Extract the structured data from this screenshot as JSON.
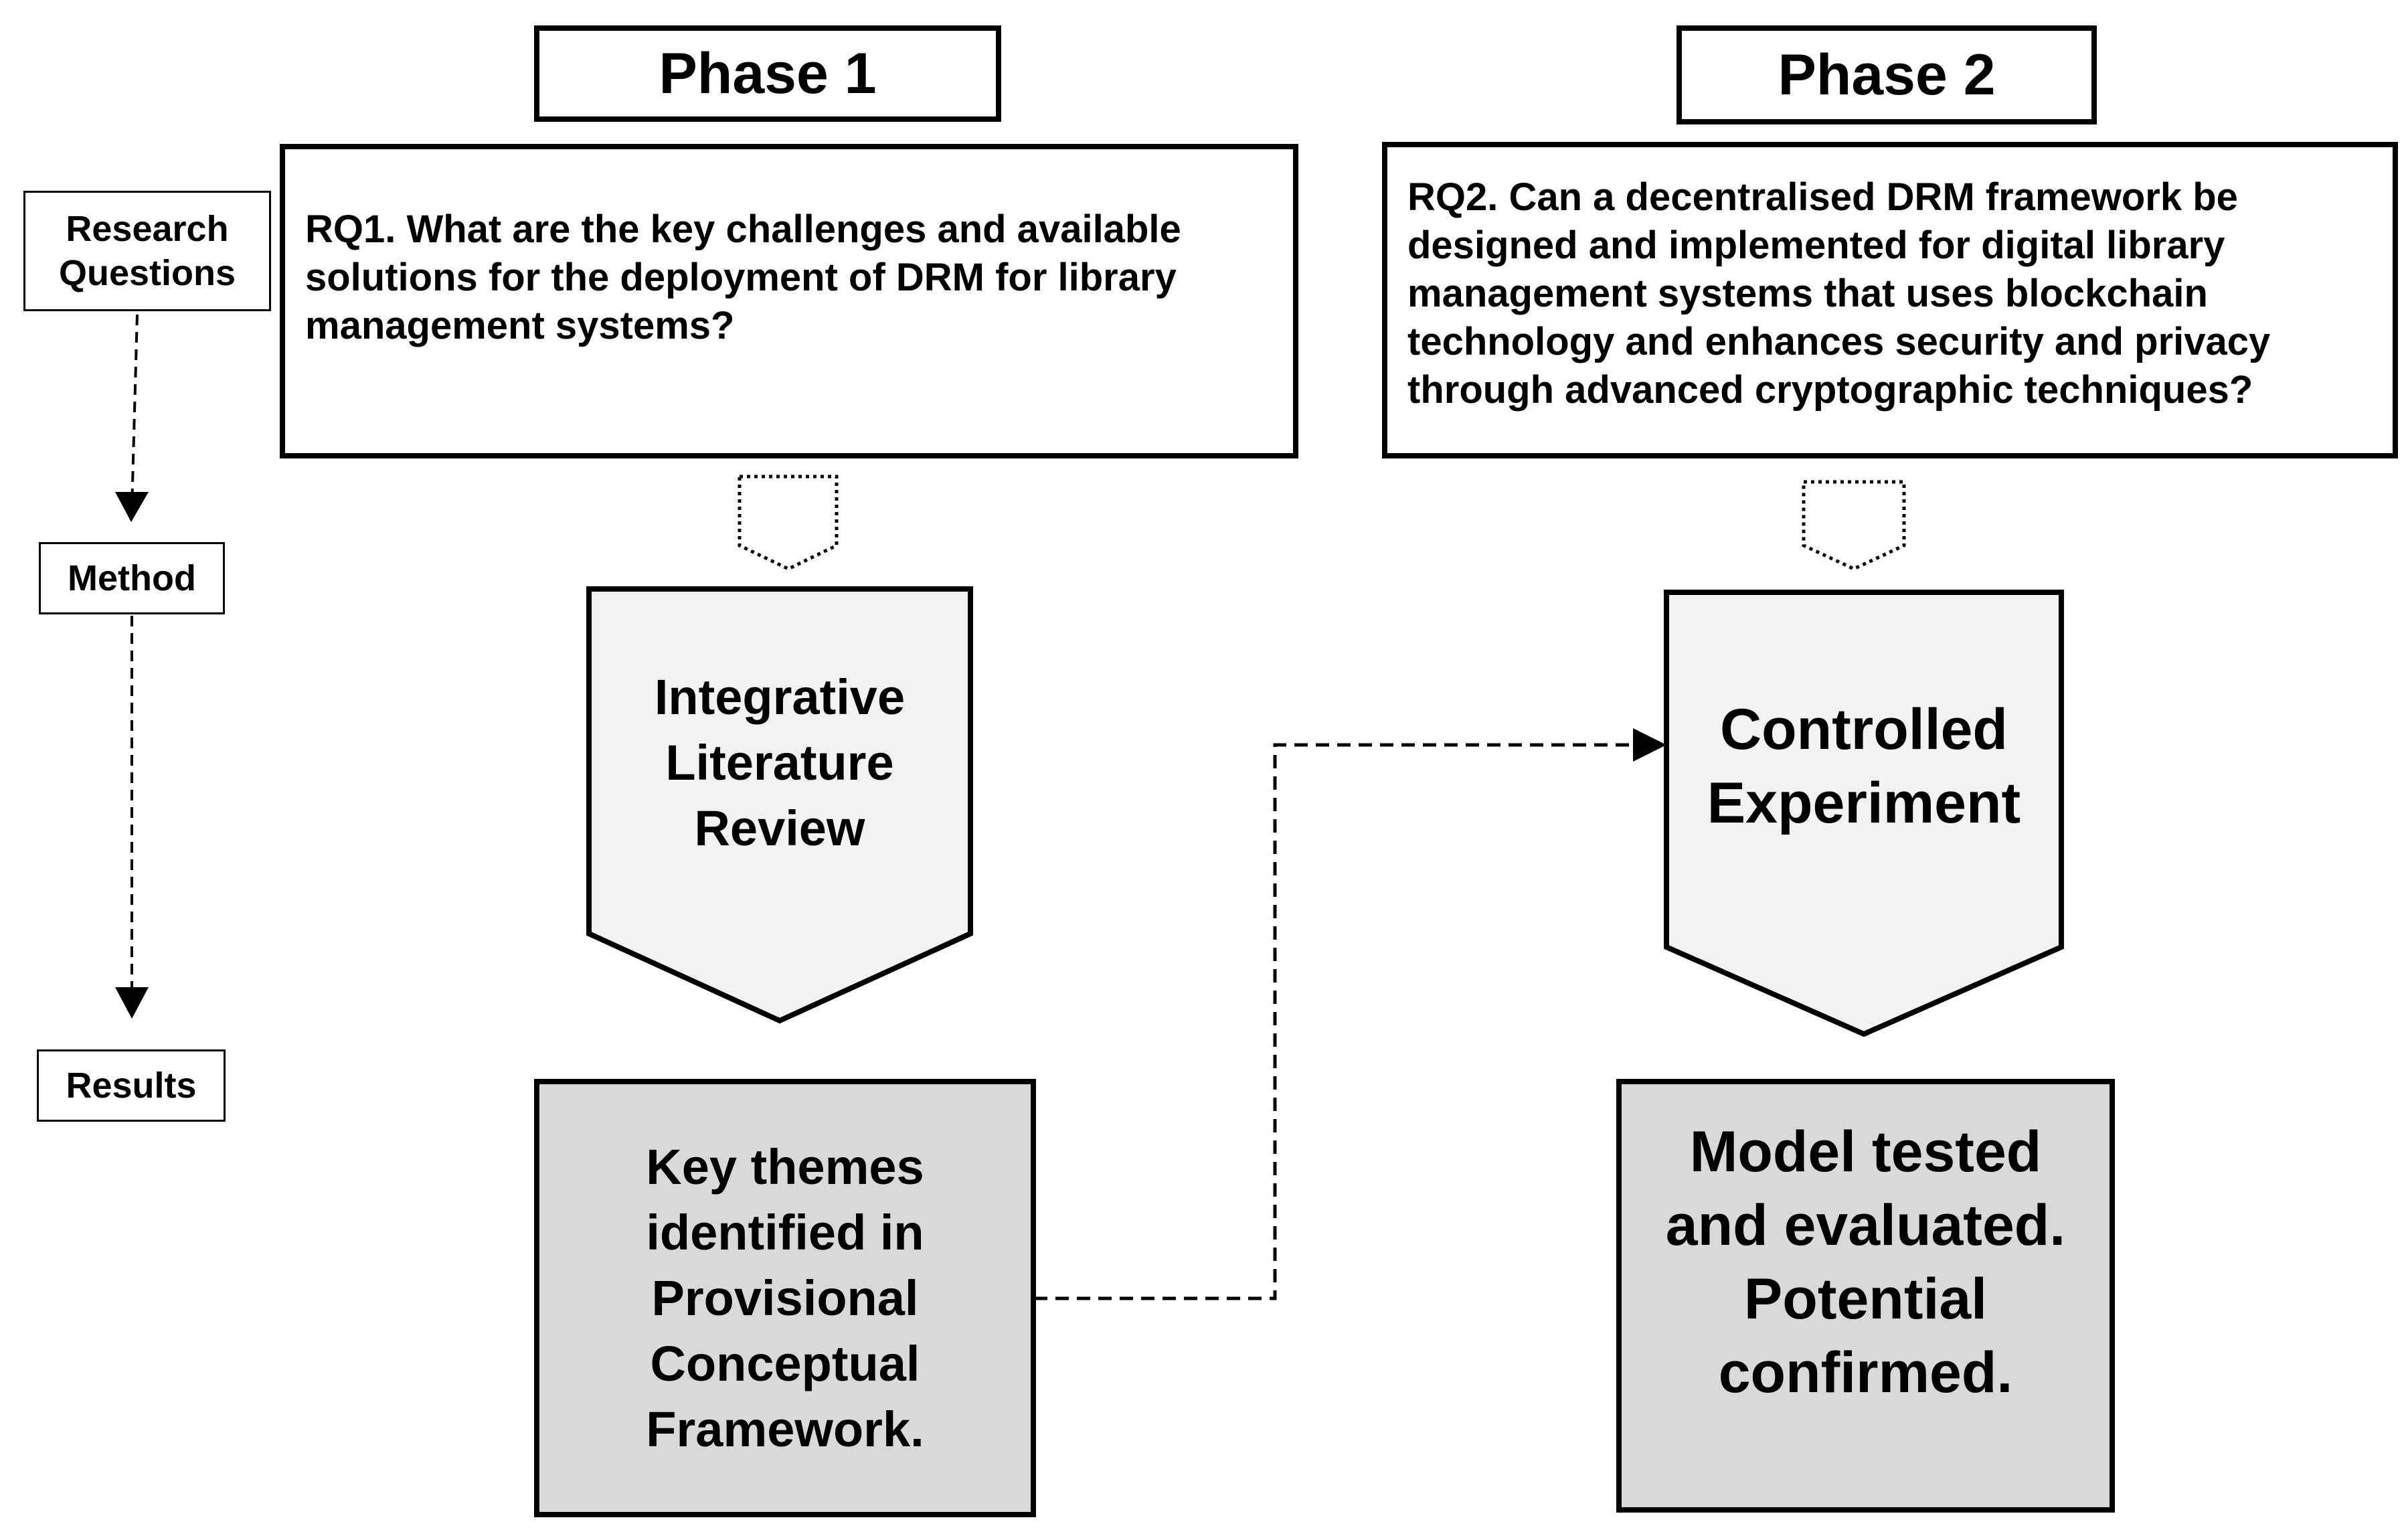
{
  "phases": [
    {
      "title": "Phase 1",
      "research_question": "RQ1. What are the key challenges and available\nsolutions for the deployment of DRM for library\nmanagement systems?",
      "method": "Integrative\nLiterature\nReview",
      "result": "Key themes\nidentified in\nProvisional\nConceptual\nFramework."
    },
    {
      "title": "Phase 2",
      "research_question": "RQ2. Can a decentralised DRM framework be\ndesigned and implemented for digital library\nmanagement systems that uses blockchain\ntechnology and enhances security and privacy\nthrough advanced cryptographic techniques?",
      "method": "Controlled\nExperiment",
      "result": "Model tested\nand evaluated.\nPotential\nconfirmed."
    }
  ],
  "legend": {
    "research_questions": "Research\nQuestions",
    "method": "Method",
    "results": "Results"
  },
  "colors": {
    "border": "#000000",
    "method_fill": "#f2f2f2",
    "result_fill": "#d9d9d9"
  }
}
